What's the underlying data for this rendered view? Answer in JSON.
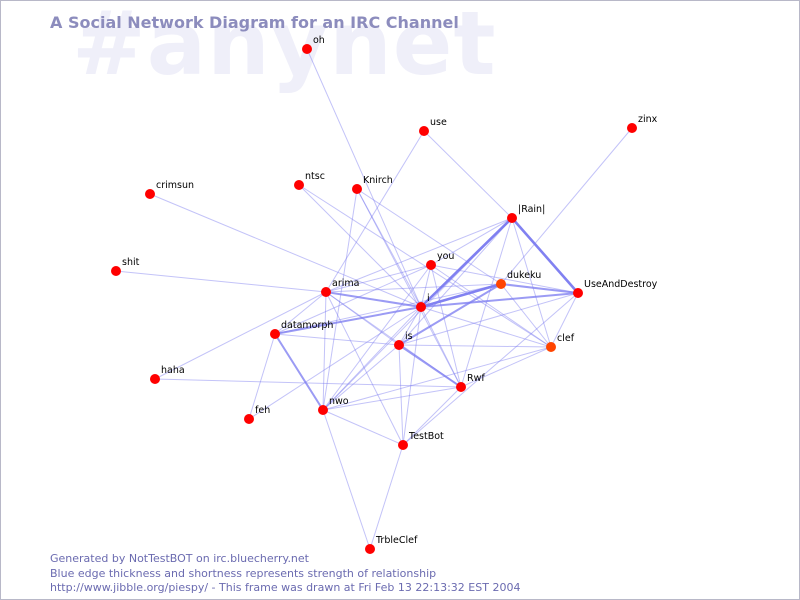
{
  "watermark": "#anynet",
  "title": "A Social Network Diagram for an IRC Channel",
  "footer": {
    "line1": "Generated by NotTestBOT on irc.bluecherry.net",
    "line2": "Blue edge thickness and shortness represents strength of relationship",
    "line3": "http://www.jibble.org/piespy/ - This frame was drawn at Fri Feb 13 22:13:32 EST 2004"
  },
  "colors": {
    "background": "#ffffff",
    "edge": "#7a7af0",
    "node_red": "#ff0000",
    "node_orange": "#ff4400",
    "title": "#8c8cbd",
    "watermark": "#efeff9",
    "footer": "#6b6bb0"
  },
  "nodes": [
    {
      "id": "oh",
      "color": "red"
    },
    {
      "id": "use",
      "color": "red"
    },
    {
      "id": "zinx",
      "color": "red"
    },
    {
      "id": "ntsc",
      "color": "red"
    },
    {
      "id": "Knirch",
      "color": "red"
    },
    {
      "id": "crimsun",
      "color": "red"
    },
    {
      "id": "|Rain|",
      "color": "red"
    },
    {
      "id": "shit",
      "color": "red"
    },
    {
      "id": "you",
      "color": "red"
    },
    {
      "id": "dukeku",
      "color": "orange"
    },
    {
      "id": "UseAndDestroy",
      "color": "red"
    },
    {
      "id": "arima",
      "color": "red"
    },
    {
      "id": "i",
      "color": "red"
    },
    {
      "id": "datamorph",
      "color": "red"
    },
    {
      "id": "is",
      "color": "red"
    },
    {
      "id": "clef",
      "color": "orange"
    },
    {
      "id": "haha",
      "color": "red"
    },
    {
      "id": "Rwf",
      "color": "red"
    },
    {
      "id": "feh",
      "color": "red"
    },
    {
      "id": "nwo",
      "color": "red"
    },
    {
      "id": "TestBot",
      "color": "red"
    },
    {
      "id": "TrbleClef",
      "color": "red"
    }
  ],
  "edges": [
    {
      "source": "oh",
      "target": "i",
      "strength": 1
    },
    {
      "source": "zinx",
      "target": "dukeku",
      "strength": 1
    },
    {
      "source": "use",
      "target": "|Rain|",
      "strength": 1
    },
    {
      "source": "use",
      "target": "arima",
      "strength": 1
    },
    {
      "source": "ntsc",
      "target": "i",
      "strength": 1
    },
    {
      "source": "ntsc",
      "target": "clef",
      "strength": 1
    },
    {
      "source": "Knirch",
      "target": "i",
      "strength": 1
    },
    {
      "source": "Knirch",
      "target": "Rwf",
      "strength": 1
    },
    {
      "source": "Knirch",
      "target": "nwo",
      "strength": 1
    },
    {
      "source": "Knirch",
      "target": "dukeku",
      "strength": 1
    },
    {
      "source": "crimsun",
      "target": "i",
      "strength": 1
    },
    {
      "source": "shit",
      "target": "arima",
      "strength": 1
    },
    {
      "source": "|Rain|",
      "target": "i",
      "strength": 3
    },
    {
      "source": "|Rain|",
      "target": "UseAndDestroy",
      "strength": 3
    },
    {
      "source": "|Rain|",
      "target": "arima",
      "strength": 1
    },
    {
      "source": "|Rain|",
      "target": "you",
      "strength": 1
    },
    {
      "source": "|Rain|",
      "target": "is",
      "strength": 1
    },
    {
      "source": "|Rain|",
      "target": "clef",
      "strength": 1
    },
    {
      "source": "|Rain|",
      "target": "nwo",
      "strength": 1
    },
    {
      "source": "|Rain|",
      "target": "Rwf",
      "strength": 1
    },
    {
      "source": "you",
      "target": "arima",
      "strength": 1
    },
    {
      "source": "you",
      "target": "i",
      "strength": 1
    },
    {
      "source": "you",
      "target": "UseAndDestroy",
      "strength": 1
    },
    {
      "source": "you",
      "target": "clef",
      "strength": 1
    },
    {
      "source": "you",
      "target": "datamorph",
      "strength": 1
    },
    {
      "source": "you",
      "target": "nwo",
      "strength": 1
    },
    {
      "source": "you",
      "target": "Rwf",
      "strength": 1
    },
    {
      "source": "dukeku",
      "target": "i",
      "strength": 3
    },
    {
      "source": "dukeku",
      "target": "UseAndDestroy",
      "strength": 2
    },
    {
      "source": "dukeku",
      "target": "arima",
      "strength": 1
    },
    {
      "source": "dukeku",
      "target": "is",
      "strength": 2
    },
    {
      "source": "dukeku",
      "target": "clef",
      "strength": 1
    },
    {
      "source": "dukeku",
      "target": "datamorph",
      "strength": 1
    },
    {
      "source": "UseAndDestroy",
      "target": "i",
      "strength": 2
    },
    {
      "source": "UseAndDestroy",
      "target": "clef",
      "strength": 1
    },
    {
      "source": "UseAndDestroy",
      "target": "is",
      "strength": 1
    },
    {
      "source": "UseAndDestroy",
      "target": "TestBot",
      "strength": 1
    },
    {
      "source": "arima",
      "target": "i",
      "strength": 2
    },
    {
      "source": "arima",
      "target": "is",
      "strength": 1
    },
    {
      "source": "arima",
      "target": "datamorph",
      "strength": 1
    },
    {
      "source": "arima",
      "target": "nwo",
      "strength": 1
    },
    {
      "source": "arima",
      "target": "haha",
      "strength": 1
    },
    {
      "source": "arima",
      "target": "TestBot",
      "strength": 1
    },
    {
      "source": "arima",
      "target": "Rwf",
      "strength": 1
    },
    {
      "source": "i",
      "target": "datamorph",
      "strength": 2
    },
    {
      "source": "i",
      "target": "is",
      "strength": 1
    },
    {
      "source": "i",
      "target": "clef",
      "strength": 1
    },
    {
      "source": "i",
      "target": "nwo",
      "strength": 1
    },
    {
      "source": "i",
      "target": "Rwf",
      "strength": 1
    },
    {
      "source": "i",
      "target": "TestBot",
      "strength": 1
    },
    {
      "source": "datamorph",
      "target": "nwo",
      "strength": 2
    },
    {
      "source": "datamorph",
      "target": "is",
      "strength": 1
    },
    {
      "source": "datamorph",
      "target": "feh",
      "strength": 1
    },
    {
      "source": "is",
      "target": "Rwf",
      "strength": 2
    },
    {
      "source": "is",
      "target": "nwo",
      "strength": 1
    },
    {
      "source": "is",
      "target": "TestBot",
      "strength": 1
    },
    {
      "source": "is",
      "target": "clef",
      "strength": 1
    },
    {
      "source": "clef",
      "target": "nwo",
      "strength": 1
    },
    {
      "source": "clef",
      "target": "Rwf",
      "strength": 1
    },
    {
      "source": "haha",
      "target": "Rwf",
      "strength": 1
    },
    {
      "source": "nwo",
      "target": "TestBot",
      "strength": 1
    },
    {
      "source": "nwo",
      "target": "TrbleClef",
      "strength": 1
    },
    {
      "source": "nwo",
      "target": "Rwf",
      "strength": 1
    },
    {
      "source": "TestBot",
      "target": "TrbleClef",
      "strength": 1
    },
    {
      "source": "TestBot",
      "target": "Rwf",
      "strength": 1
    },
    {
      "source": "feh",
      "target": "i",
      "strength": 1
    }
  ]
}
